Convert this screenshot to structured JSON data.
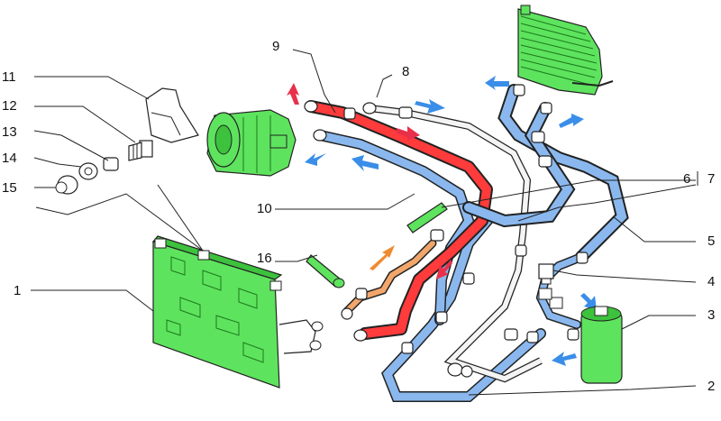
{
  "callouts": {
    "c1": "1",
    "c2": "2",
    "c3": "3",
    "c4": "4",
    "c5": "5",
    "c6": "6",
    "c7": "7",
    "c8": "8",
    "c9": "9",
    "c10": "10",
    "c11": "11",
    "c12": "12",
    "c13": "13",
    "c14": "14",
    "c15": "15",
    "c16": "16"
  },
  "colors": {
    "component_green": "#5ee35e",
    "hot_line_red": "#ff3b3b",
    "cold_line_blue": "#8ab8ee",
    "liquid_line_orange": "#f2a66b",
    "arrow_blue": "#3a8ee8",
    "arrow_red": "#e8304a",
    "arrow_orange": "#f08a30"
  }
}
